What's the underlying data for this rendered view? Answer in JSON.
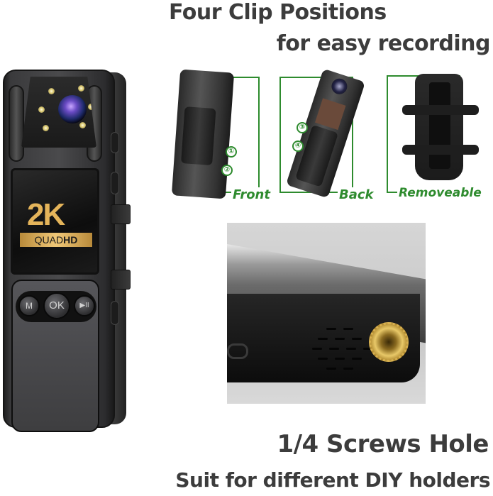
{
  "headings": {
    "title": "Four Clip Positions",
    "subtitle": "for easy recording",
    "feature_title": "1/4 Screws Hole",
    "feature_subtitle": "Suit for different DIY holders"
  },
  "device": {
    "screen_text_main": "2K",
    "screen_badge_light": "QUAD",
    "screen_badge_bold": "HD",
    "buttons": [
      "M",
      "OK",
      "▶II"
    ]
  },
  "clip_positions": [
    {
      "label": "Front",
      "numbers": [
        "①",
        "②"
      ]
    },
    {
      "label": "Back",
      "numbers": [
        "③",
        "④"
      ]
    },
    {
      "label": "Removeable",
      "numbers": []
    }
  ],
  "colors": {
    "heading_text": "#3c3c3c",
    "accent_green": "#2e8b2e",
    "gold": "#e4b45a"
  }
}
